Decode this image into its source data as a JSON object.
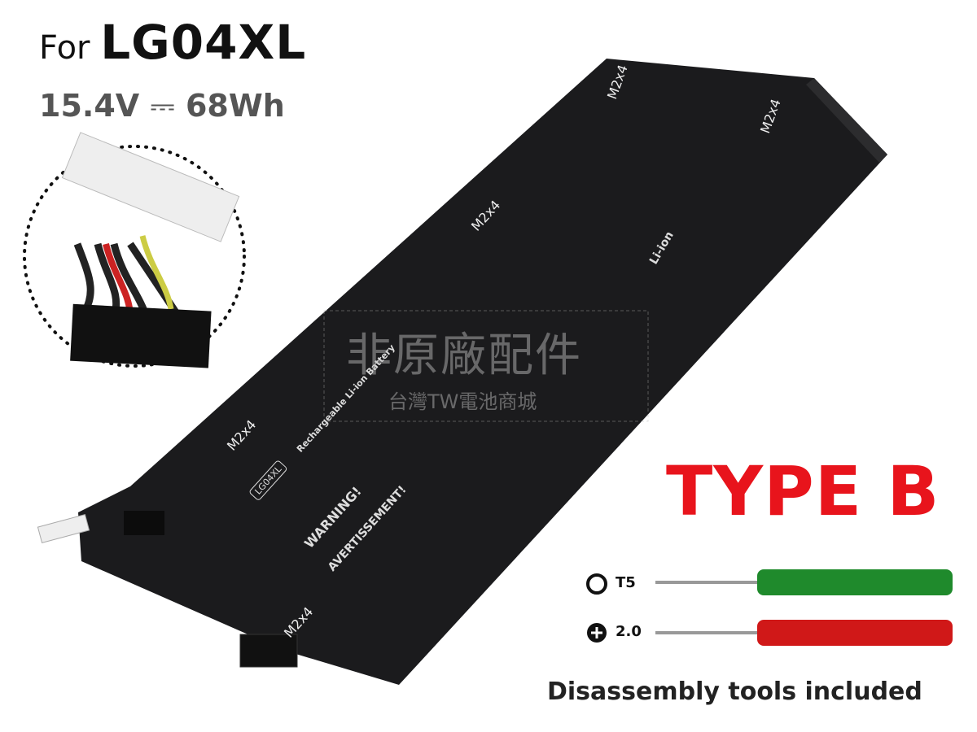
{
  "header": {
    "prefix": "For",
    "model": "LG04XL",
    "voltage": "15.4V",
    "dc_symbol": "⎓",
    "energy": "68Wh"
  },
  "badge": {
    "text": "TYPE B",
    "color": "#e8141c"
  },
  "tools": [
    {
      "label": "T5",
      "icon": "torx-icon",
      "handle_color": "#1f8a2c"
    },
    {
      "label": "2.0",
      "icon": "phillips-icon",
      "handle_color": "#d01818"
    }
  ],
  "tools_caption": "Disassembly tools included",
  "battery": {
    "screw_labels": [
      "M2x4",
      "M2x4",
      "M2x4",
      "M2x4",
      "M2x4"
    ],
    "model_box": "LG04XL",
    "type_text": "Rechargeable Li-ion Battery",
    "warning": "WARNING!",
    "avertissement": "AVERTISSEMENT!",
    "li_ion": "Li-ion"
  },
  "watermark": {
    "line1": "非原廠配件",
    "line2": "台灣TW電池商城"
  }
}
